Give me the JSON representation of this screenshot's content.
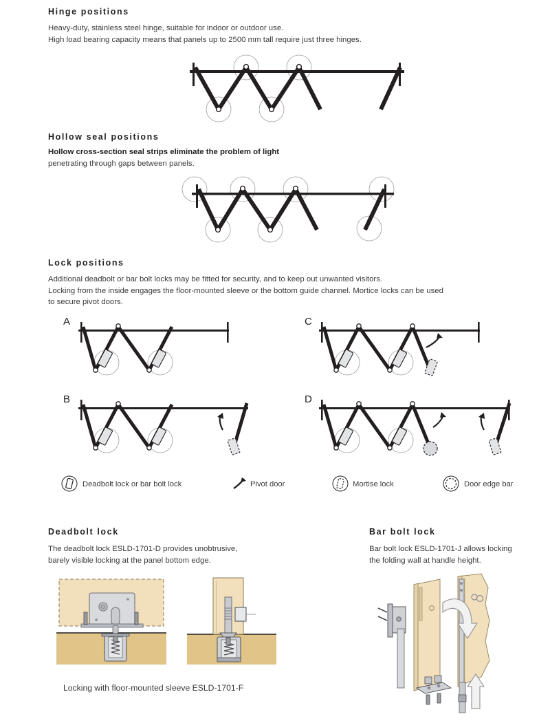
{
  "sections": {
    "hinge": {
      "heading": "Hinge positions",
      "body": "Heavy-duty, stainless steel hinge, suitable for indoor or outdoor use.\nHigh load bearing capacity means that panels up to 2500 mm tall require just three hinges."
    },
    "hollow_seal": {
      "heading": "Hollow seal positions",
      "body_bold": "Hollow cross-section seal strips eliminate the problem of light",
      "body_rest": "penetrating through gaps between panels."
    },
    "lock": {
      "heading": "Lock positions",
      "body": "Additional deadbolt or bar bolt locks may be fitted for security, and to keep out unwanted visitors.\nLocking from the inside engages the floor-mounted sleeve  or the bottom guide channel. Mortice locks can be used\nto secure pivot doors.",
      "diagrams": [
        {
          "letter": "A"
        },
        {
          "letter": "B"
        },
        {
          "letter": "C"
        },
        {
          "letter": "D"
        }
      ],
      "legend": [
        {
          "icon": "deadbolt-lock-icon",
          "label": "Deadbolt lock or bar bolt lock"
        },
        {
          "icon": "pivot-door-icon",
          "label": "Pivot door"
        },
        {
          "icon": "mortise-lock-icon",
          "label": "Mortise lock"
        },
        {
          "icon": "door-edge-bar-icon",
          "label": "Door edge bar"
        }
      ]
    },
    "deadbolt": {
      "heading": "Deadbolt lock",
      "body": "The deadbolt lock ESLD-1701-D provides unobtrusive,\nbarely visible locking at the panel bottom edge.",
      "caption": "Locking with floor-mounted sleeve ESLD-1701-F"
    },
    "bar_bolt": {
      "heading": "Bar bolt lock",
      "body": "Bar bolt lock ESLD-1701-J allows locking\nthe folding wall at handle height."
    }
  },
  "colors": {
    "ink": "#231f20",
    "body_text": "#3a3a3a",
    "panel_light": "#f2e0bc",
    "panel_floor": "#e0c488",
    "metal_light": "#d9dadd",
    "metal_mid": "#b9bcc2",
    "metal_dark": "#8a8d93",
    "guide_circle": "#9a9a9a",
    "lock_body": "#e3e4e6"
  }
}
